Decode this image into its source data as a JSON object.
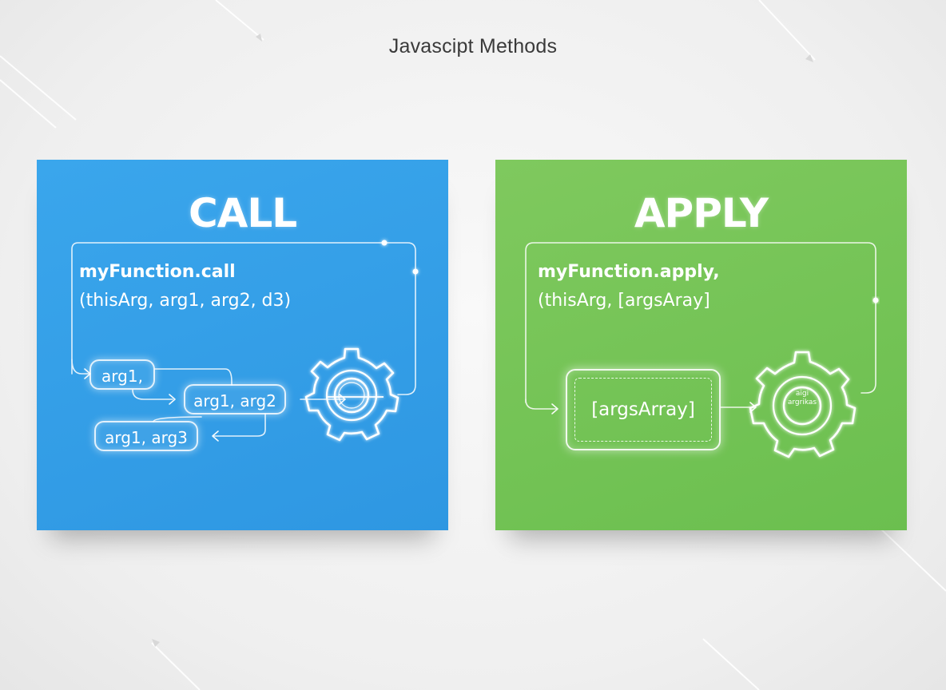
{
  "title": "Javascipt Methods",
  "call": {
    "heading": "CALL",
    "signature_line1": "myFunction.call",
    "signature_line2": "(thisArg, arg1, arg2, d3)",
    "pills": [
      "arg1,",
      "arg1, arg2",
      "arg1, arg3"
    ]
  },
  "apply": {
    "heading": "APPLY",
    "signature_line1": "myFunction.apply,",
    "signature_line2": "(thisArg, [argsAray]",
    "array_label": "[argsArray]",
    "gear_text_line1": "aigi",
    "gear_text_line2": "argrikas"
  },
  "colors": {
    "call_panel": "#3aa6ec",
    "apply_panel": "#74c456",
    "page_background": "#efefef",
    "title_text": "#3a3a3a"
  },
  "icons": [
    "gear-icon",
    "target-icon",
    "arrow-icon"
  ]
}
